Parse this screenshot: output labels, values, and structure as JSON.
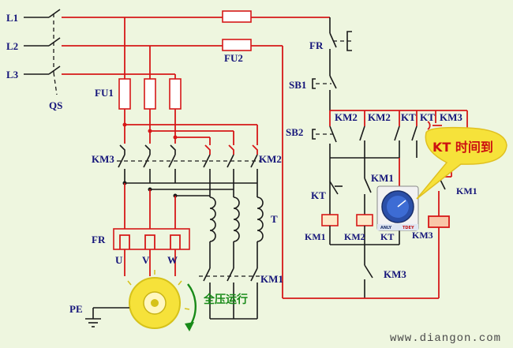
{
  "labels": {
    "l1": "L1",
    "l2": "L2",
    "l3": "L3",
    "qs": "QS",
    "fu1": "FU1",
    "fu2": "FU2",
    "km3_main": "KM3",
    "km2_main": "KM2",
    "fr_main": "FR",
    "t": "T",
    "u": "U",
    "v": "V",
    "w": "W",
    "pe": "PE",
    "km1_main": "KM1",
    "fr_ctrl": "FR",
    "sb1": "SB1",
    "sb2": "SB2",
    "km2_top_a": "KM2",
    "km2_top_b": "KM2",
    "kt_top_a": "KT",
    "kt_top_b": "KT",
    "km3_top": "KM3",
    "km1_mid": "KM1",
    "kt_mid": "KT",
    "coil_km1": "KM1",
    "coil_km2": "KM2",
    "coil_kt": "KT",
    "coil_km3": "KM3",
    "km3_bottom": "KM3",
    "km1_right": "KM1"
  },
  "callouts": {
    "bubble": "KT 时间到",
    "motion": "全压运行"
  },
  "timer": {
    "brand": "ANLY",
    "model": "TDEY"
  },
  "watermark": "www.diangon.com",
  "colors": {
    "background": "#eef6df",
    "wire_red": "#d61818",
    "wire_black": "#1a1a1a",
    "label": "#15157a",
    "bubble_fill": "#f6e23a",
    "motion_text": "#188a18"
  }
}
